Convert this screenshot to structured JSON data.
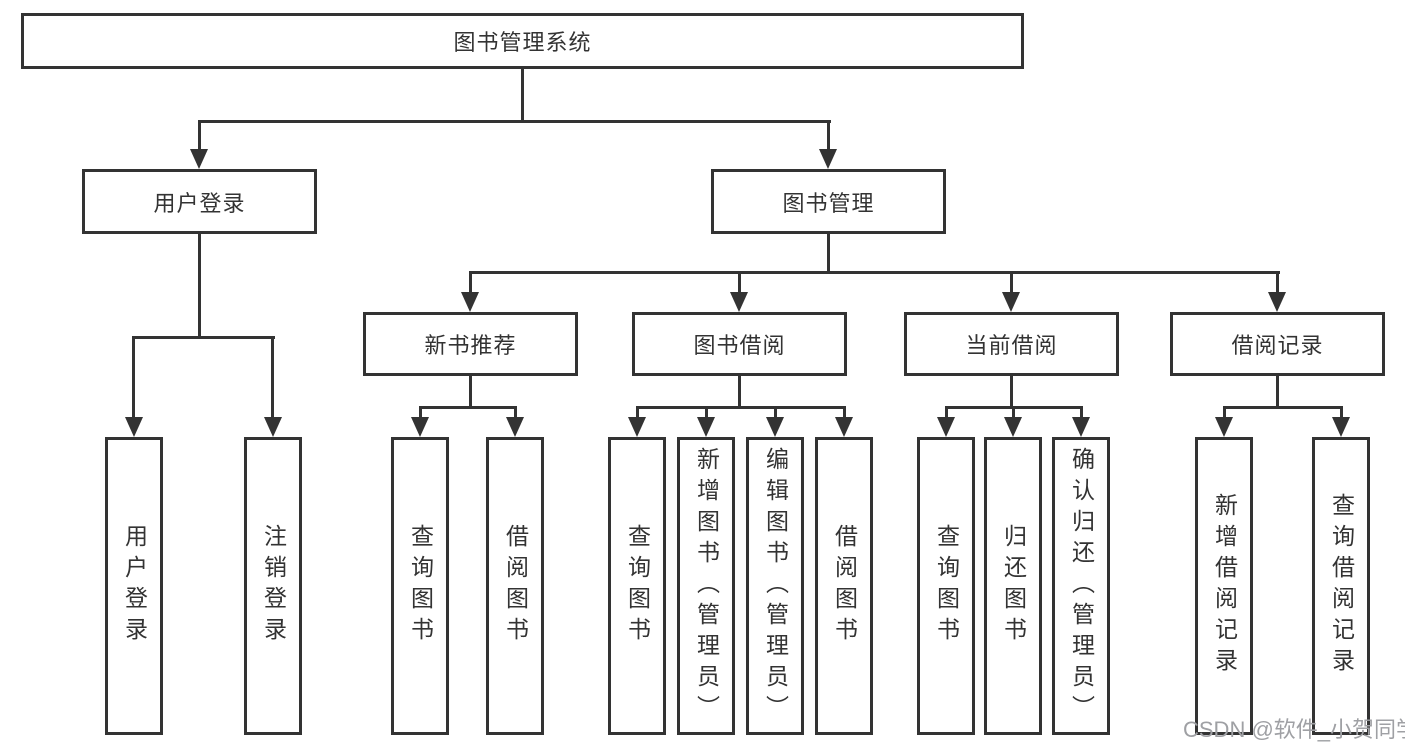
{
  "tree": {
    "root": {
      "label": "图书管理系统"
    },
    "children": [
      {
        "label": "用户登录",
        "children": [
          {
            "label": "用户登录"
          },
          {
            "label": "注销登录"
          }
        ]
      },
      {
        "label": "图书管理",
        "children": [
          {
            "label": "新书推荐",
            "children": [
              {
                "label": "查询图书"
              },
              {
                "label": "借阅图书"
              }
            ]
          },
          {
            "label": "图书借阅",
            "children": [
              {
                "label": "查询图书"
              },
              {
                "label": "新增图书（管理员）"
              },
              {
                "label": "编辑图书（管理员）"
              },
              {
                "label": "借阅图书"
              }
            ]
          },
          {
            "label": "当前借阅",
            "children": [
              {
                "label": "查询图书"
              },
              {
                "label": "归还图书"
              },
              {
                "label": "确认归还（管理员）"
              }
            ]
          },
          {
            "label": "借阅记录",
            "children": [
              {
                "label": "新增借阅记录"
              },
              {
                "label": "查询借阅记录"
              }
            ]
          }
        ]
      }
    ]
  },
  "watermark": {
    "text": "CSDN @软件_小贺同学"
  },
  "colors": {
    "line": "#333333",
    "background": "#ffffff",
    "watermark": "#9fa0a4"
  }
}
